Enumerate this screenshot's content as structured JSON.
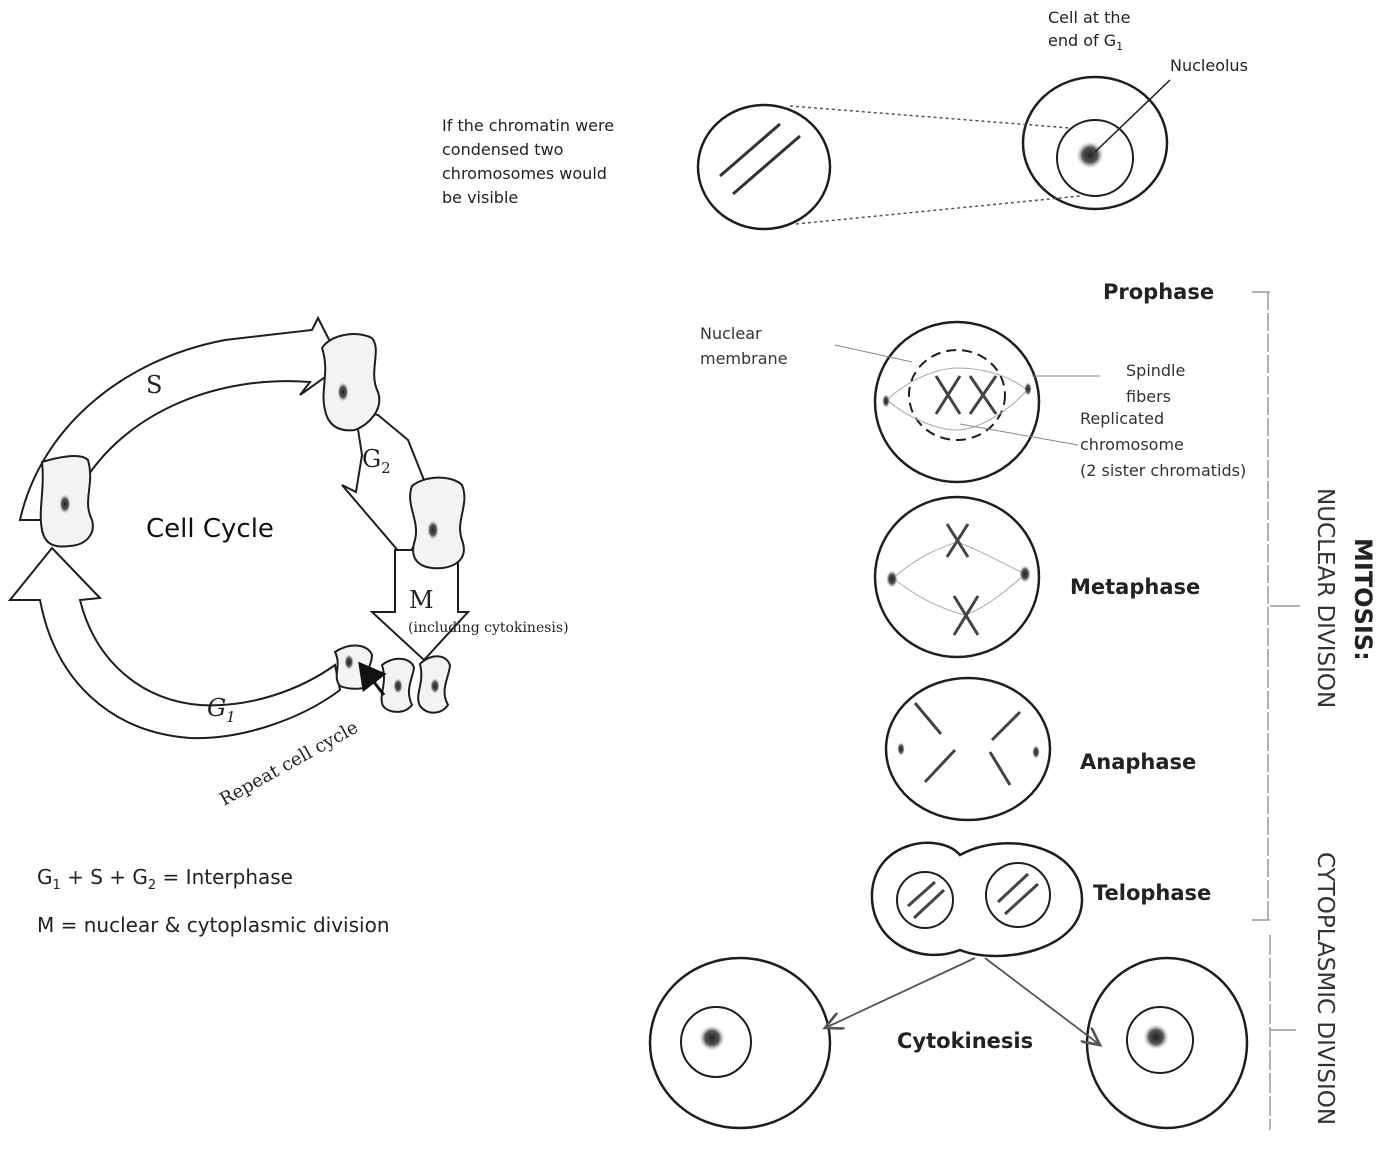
{
  "top": {
    "cell_label_line1": "Cell at the",
    "cell_label_line2": "end of G",
    "cell_label_sub": "1",
    "nucleolus": "Nucleolus",
    "chromatin_line1": "If the chromatin were",
    "chromatin_line2": "condensed two",
    "chromatin_line3": "chromosomes would",
    "chromatin_line4": "be visible"
  },
  "cycle": {
    "title": "Cell Cycle",
    "s": "S",
    "g2": "G",
    "g2_sub": "2",
    "m": "M",
    "m_note": "(including cytokinesis)",
    "g1": "G",
    "g1_sub": "1",
    "repeat": "Repeat cell cycle"
  },
  "legend": {
    "eq1_g": "G",
    "eq1_g1sub": "1",
    "eq1_mid": " + S + G",
    "eq1_g2sub": "2",
    "eq1_end": " = Interphase",
    "eq2": "M = nuclear & cytoplasmic division"
  },
  "phases": {
    "prophase": "Prophase",
    "metaphase": "Metaphase",
    "anaphase": "Anaphase",
    "telophase": "Telophase",
    "cytokinesis": "Cytokinesis"
  },
  "labels": {
    "nuclear_line1": "Nuclear",
    "nuclear_line2": "membrane",
    "spindle_line1": "Spindle",
    "spindle_line2": "fibers",
    "replicated_line1": "Replicated",
    "replicated_line2": "chromosome",
    "replicated_line3": "(2 sister chromatids)"
  },
  "side": {
    "mitosis": "MITOSIS:",
    "nuclear_division": "NUCLEAR DIVISION",
    "cytoplasmic_division": "CYTOPLASMIC DIVISION"
  }
}
